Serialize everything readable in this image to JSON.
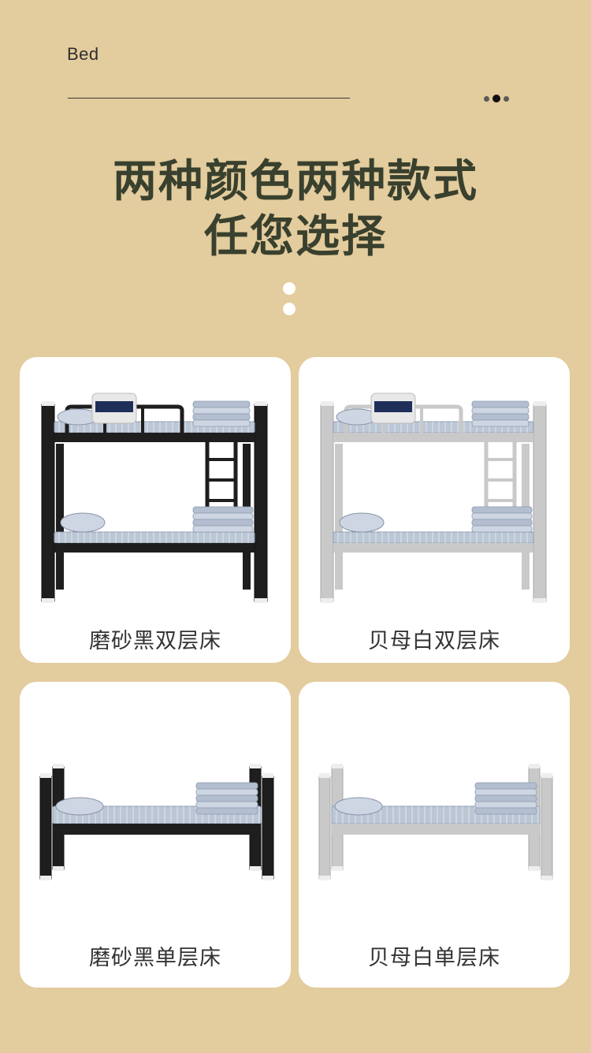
{
  "header": {
    "brand": "Bed",
    "pager": {
      "count": 3,
      "active_index": 1
    }
  },
  "headline": {
    "line1": "两种颜色两种款式",
    "line2": "任您选择"
  },
  "products": [
    {
      "label": "磨砂黑双层床",
      "frame_color": "#1e1e1e",
      "type": "bunk"
    },
    {
      "label": "贝母白双层床",
      "frame_color": "#c9c9c9",
      "type": "bunk"
    },
    {
      "label": "磨砂黑单层床",
      "frame_color": "#1e1e1e",
      "type": "single"
    },
    {
      "label": "贝母白单层床",
      "frame_color": "#c9c9c9",
      "type": "single"
    }
  ],
  "colors": {
    "background": "#e3cc9d",
    "headline": "#39402e",
    "mattress": "#bcc7d6",
    "pillow_navy": "#1f2f5a"
  }
}
